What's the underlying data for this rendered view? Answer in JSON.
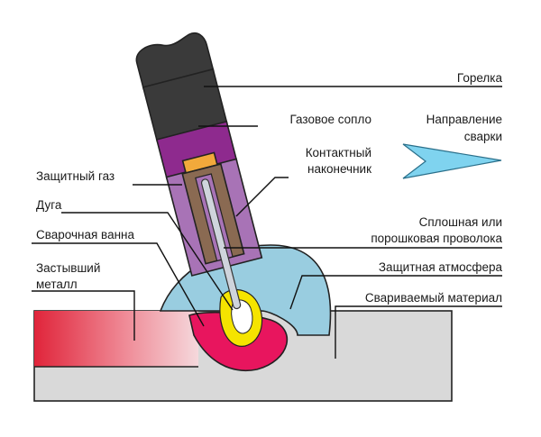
{
  "labels": {
    "torch": "Горелка",
    "gas_nozzle": "Газовое сопло",
    "contact_tip_line1": "Контактный",
    "contact_tip_line2": "наконечник",
    "shielding_gas": "Защитный газ",
    "arc": "Дуга",
    "weld_pool": "Сварочная ванна",
    "solidified_metal_line1": "Застывший",
    "solidified_metal_line2": "металл",
    "wire_line1": "Сплошная или",
    "wire_line2": "порошковая проволока",
    "shield_atmosphere": "Защитная атмосфера",
    "base_material": "Свариваемый материал",
    "direction_line1": "Направление",
    "direction_line2": "сварки"
  },
  "colors": {
    "torch_body": "#3a3a3a",
    "gas_nozzle": "#8e2a8e",
    "nozzle_inner": "#a873b6",
    "contact_tip": "#8a6a52",
    "contact_tip_cap": "#f2a93b",
    "wire": "#cfd4dc",
    "shield_atmosphere": "#99cde0",
    "weld_pool": "#e8155e",
    "arc_glow": "#f5e400",
    "arc_core": "#ffffff",
    "base_material": "#d9d9d9",
    "solidified_metal_start": "#e0243a",
    "direction_arrow": "#7fd3ef"
  }
}
